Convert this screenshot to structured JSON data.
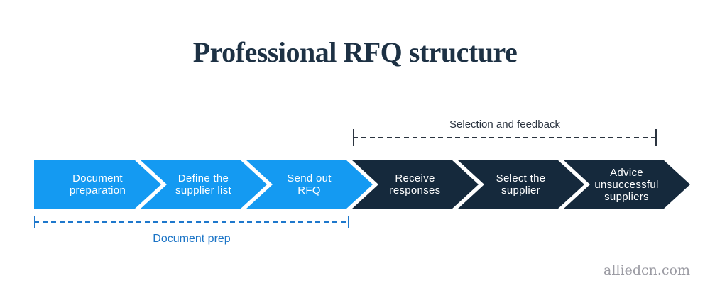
{
  "title": "Professional RFQ structure",
  "brackets": {
    "top": {
      "label": "Selection and feedback"
    },
    "bottom": {
      "label": "Document prep"
    }
  },
  "steps": [
    {
      "lines": [
        "Document",
        "preparation"
      ]
    },
    {
      "lines": [
        "Define the",
        "supplier list"
      ]
    },
    {
      "lines": [
        "Send out",
        "RFQ"
      ]
    },
    {
      "lines": [
        "Receive",
        "responses"
      ]
    },
    {
      "lines": [
        "Select the",
        "supplier"
      ]
    },
    {
      "lines": [
        "Advice",
        "unsuccessful",
        "suppliers"
      ]
    }
  ],
  "colors": {
    "phase1_blue": "#149AF2",
    "phase2_navy": "#15293C",
    "title_navy": "#1D3144",
    "bracket_top_dark": "#2B3440",
    "bracket_bottom_blue": "#1E78CC",
    "watermark_gray": "#9B9BA3"
  },
  "watermark": "alliedcn.com"
}
